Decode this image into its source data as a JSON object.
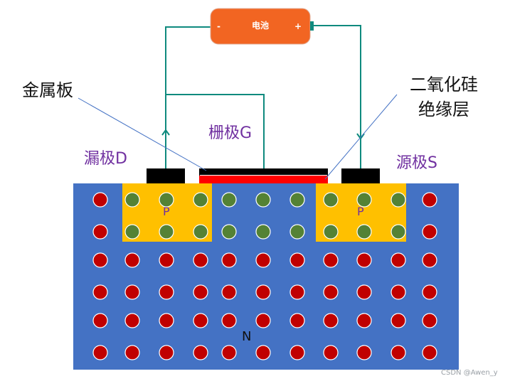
{
  "battery": {
    "label": "电池",
    "minus": "-",
    "plus": "+"
  },
  "labels": {
    "metal_plate": "金属板",
    "oxide_line1": "二氧化硅",
    "oxide_line2": "绝缘层",
    "gate": "栅极G",
    "drain": "漏极D",
    "source": "源极S",
    "p_left": "P",
    "p_right": "P",
    "substrate": "N"
  },
  "watermark": "CSDN @Awen_y",
  "colors": {
    "substrate": "#4472c4",
    "p_region": "#ffc000",
    "battery": "#f26522",
    "wire": "#0f8a7e",
    "electron": "#c00000",
    "hole": "#548235",
    "oxide": "#ff0000",
    "electrode": "#000000",
    "label_purple": "#7030a0"
  }
}
